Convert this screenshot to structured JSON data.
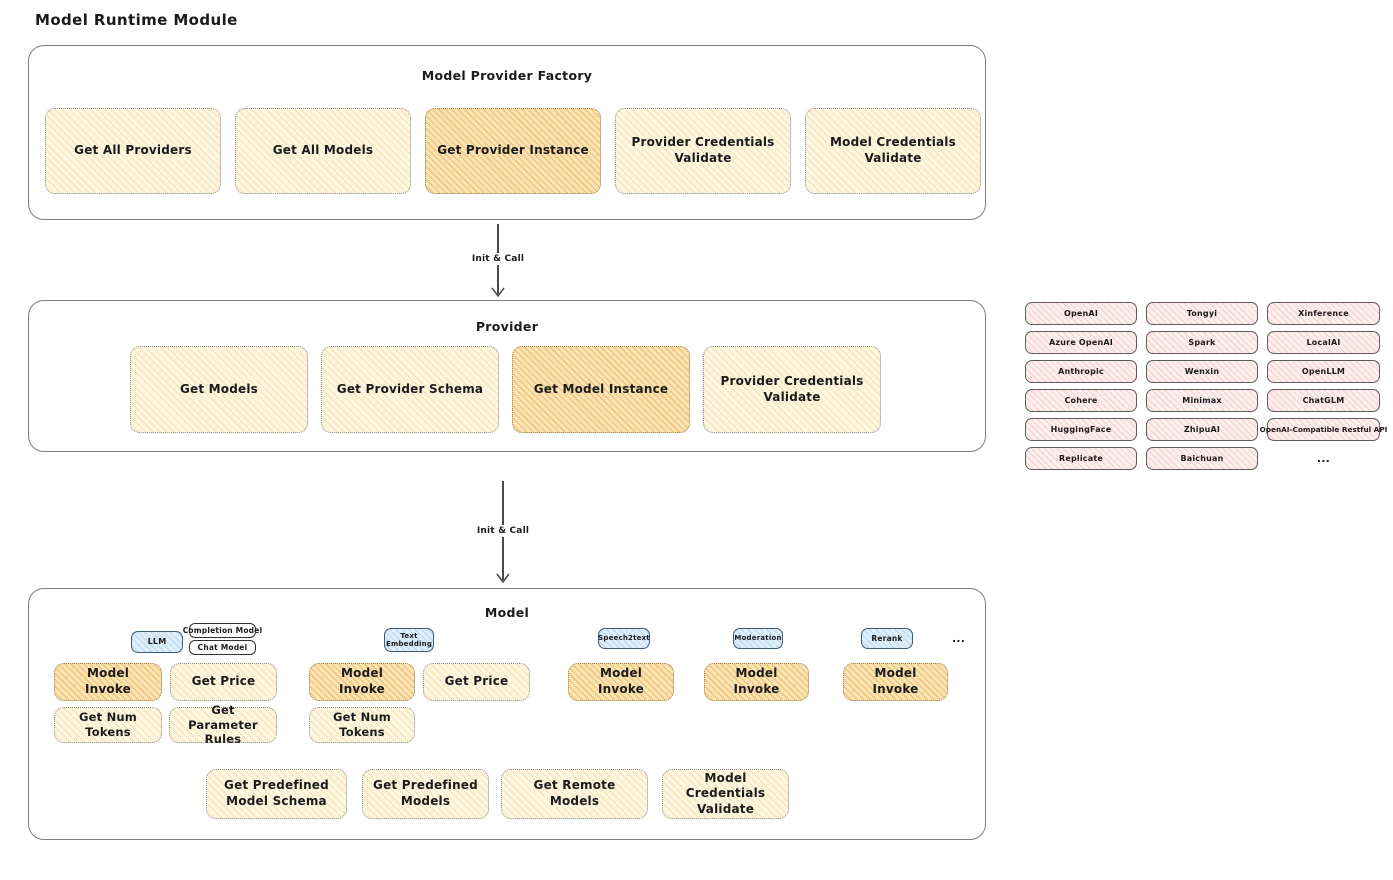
{
  "page_title": "Model Runtime Module",
  "colors": {
    "yellow_fill": "#fdf6e0",
    "orange_fill": "#f9e4b5",
    "pink_fill": "#fdeeee",
    "blue_fill": "#ddedf9",
    "container_border": "#7e7e7e",
    "ink": "#1b1b1b"
  },
  "factory": {
    "title": "Model Provider Factory",
    "items": [
      {
        "label": "Get All Providers",
        "highlighted": false
      },
      {
        "label": "Get All Models",
        "highlighted": false
      },
      {
        "label": "Get Provider Instance",
        "highlighted": true
      },
      {
        "label": "Provider Credentials Validate",
        "highlighted": false
      },
      {
        "label": "Model Credentials Validate",
        "highlighted": false
      }
    ]
  },
  "arrow1": {
    "label": "Init & Call"
  },
  "arrow2": {
    "label": "Init & Call"
  },
  "provider": {
    "title": "Provider",
    "items": [
      {
        "label": "Get Models",
        "highlighted": false
      },
      {
        "label": "Get Provider Schema",
        "highlighted": false
      },
      {
        "label": "Get Model Instance",
        "highlighted": true
      },
      {
        "label": "Provider Credentials Validate",
        "highlighted": false
      }
    ]
  },
  "providers": {
    "rows": [
      [
        "OpenAI",
        "Tongyi",
        "Xinference"
      ],
      [
        "Azure OpenAI",
        "Spark",
        "LocalAI"
      ],
      [
        "Anthropic",
        "Wenxin",
        "OpenLLM"
      ],
      [
        "Cohere",
        "Minimax",
        "ChatGLM"
      ],
      [
        "HuggingFace",
        "ZhipuAI",
        "OpenAI-Compatible Restful API"
      ],
      [
        "Replicate",
        "Baichuan",
        "..."
      ]
    ]
  },
  "model": {
    "title": "Model",
    "tags": {
      "llm": "LLM",
      "completion_model": "Completion Model",
      "chat_model": "Chat Model",
      "text_embedding": "Text Embedding",
      "speech2text": "Speech2text",
      "moderation": "Moderation",
      "rerank": "Rerank",
      "more": "..."
    },
    "ops": {
      "model_invoke": "Model Invoke",
      "get_price": "Get Price",
      "get_num_tokens": "Get Num Tokens",
      "get_parameter_rules": "Get Parameter Rules",
      "get_predefined_model_schema": "Get Predefined Model Schema",
      "get_predefined_models": "Get Predefined Models",
      "get_remote_models": "Get Remote Models",
      "model_credentials_validate": "Model Credentials Validate"
    }
  }
}
